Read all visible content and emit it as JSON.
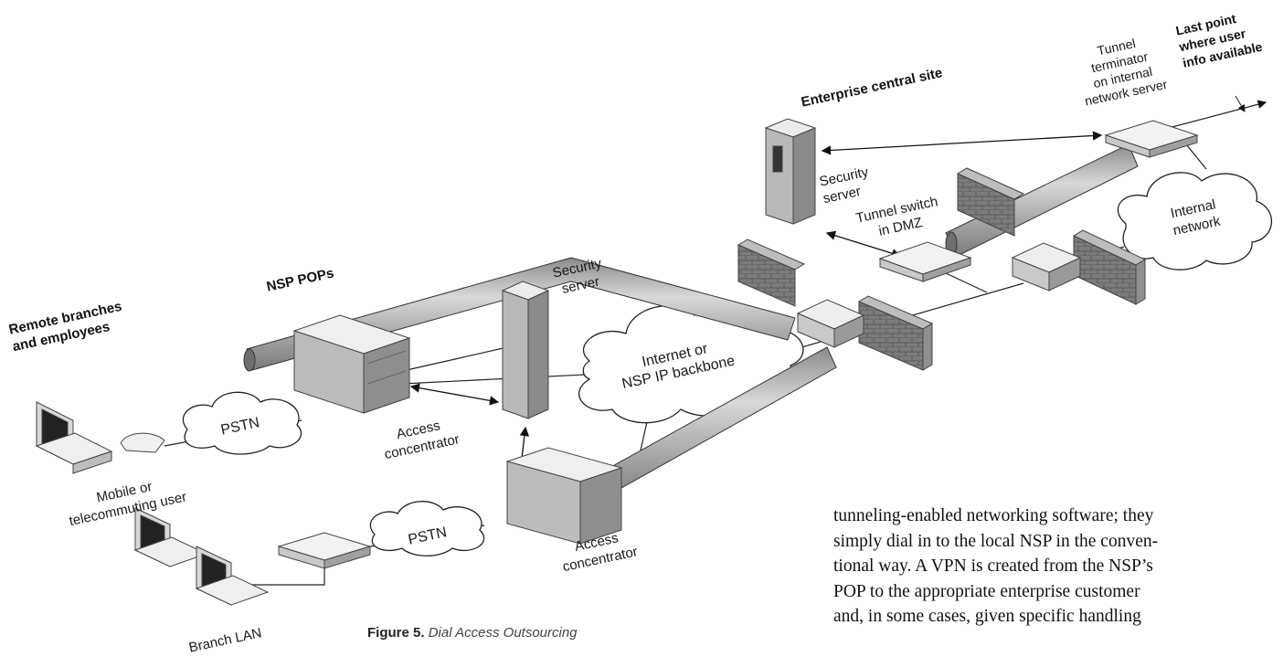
{
  "diagram": {
    "labels": {
      "remote_branches": "Remote branches\nand employees",
      "nsp_pops": "NSP POPs",
      "enterprise_site": "Enterprise central site",
      "last_point": "Last point\nwhere user\ninfo available",
      "tunnel_terminator": "Tunnel\nterminator\non internal\nnetwork server",
      "security_server_enterprise": "Security\nserver",
      "tunnel_switch": "Tunnel switch\nin DMZ",
      "internal_network": "Internal\nnetwork",
      "security_server_nsp": "Security\nserver",
      "internet": "Internet or\nNSP IP backbone",
      "pstn_top": "PSTN",
      "pstn_bottom": "PSTN",
      "access_concentrator_top": "Access\nconcentrator",
      "access_concentrator_bottom": "Access\nconcentrator",
      "mobile_user": "Mobile or\ntelecommuting user",
      "branch_lan": "Branch LAN"
    },
    "caption": {
      "figure": "Figure 5.",
      "title": "Dial Access Outsourcing"
    }
  },
  "body_text": [
    "tunneling-enabled networking software; they",
    "simply dial in to the local NSP in the conven-",
    "tional way. A VPN is created from the NSP’s",
    "POP to the appropriate enterprise customer",
    "and, in some cases, given specific handling"
  ]
}
